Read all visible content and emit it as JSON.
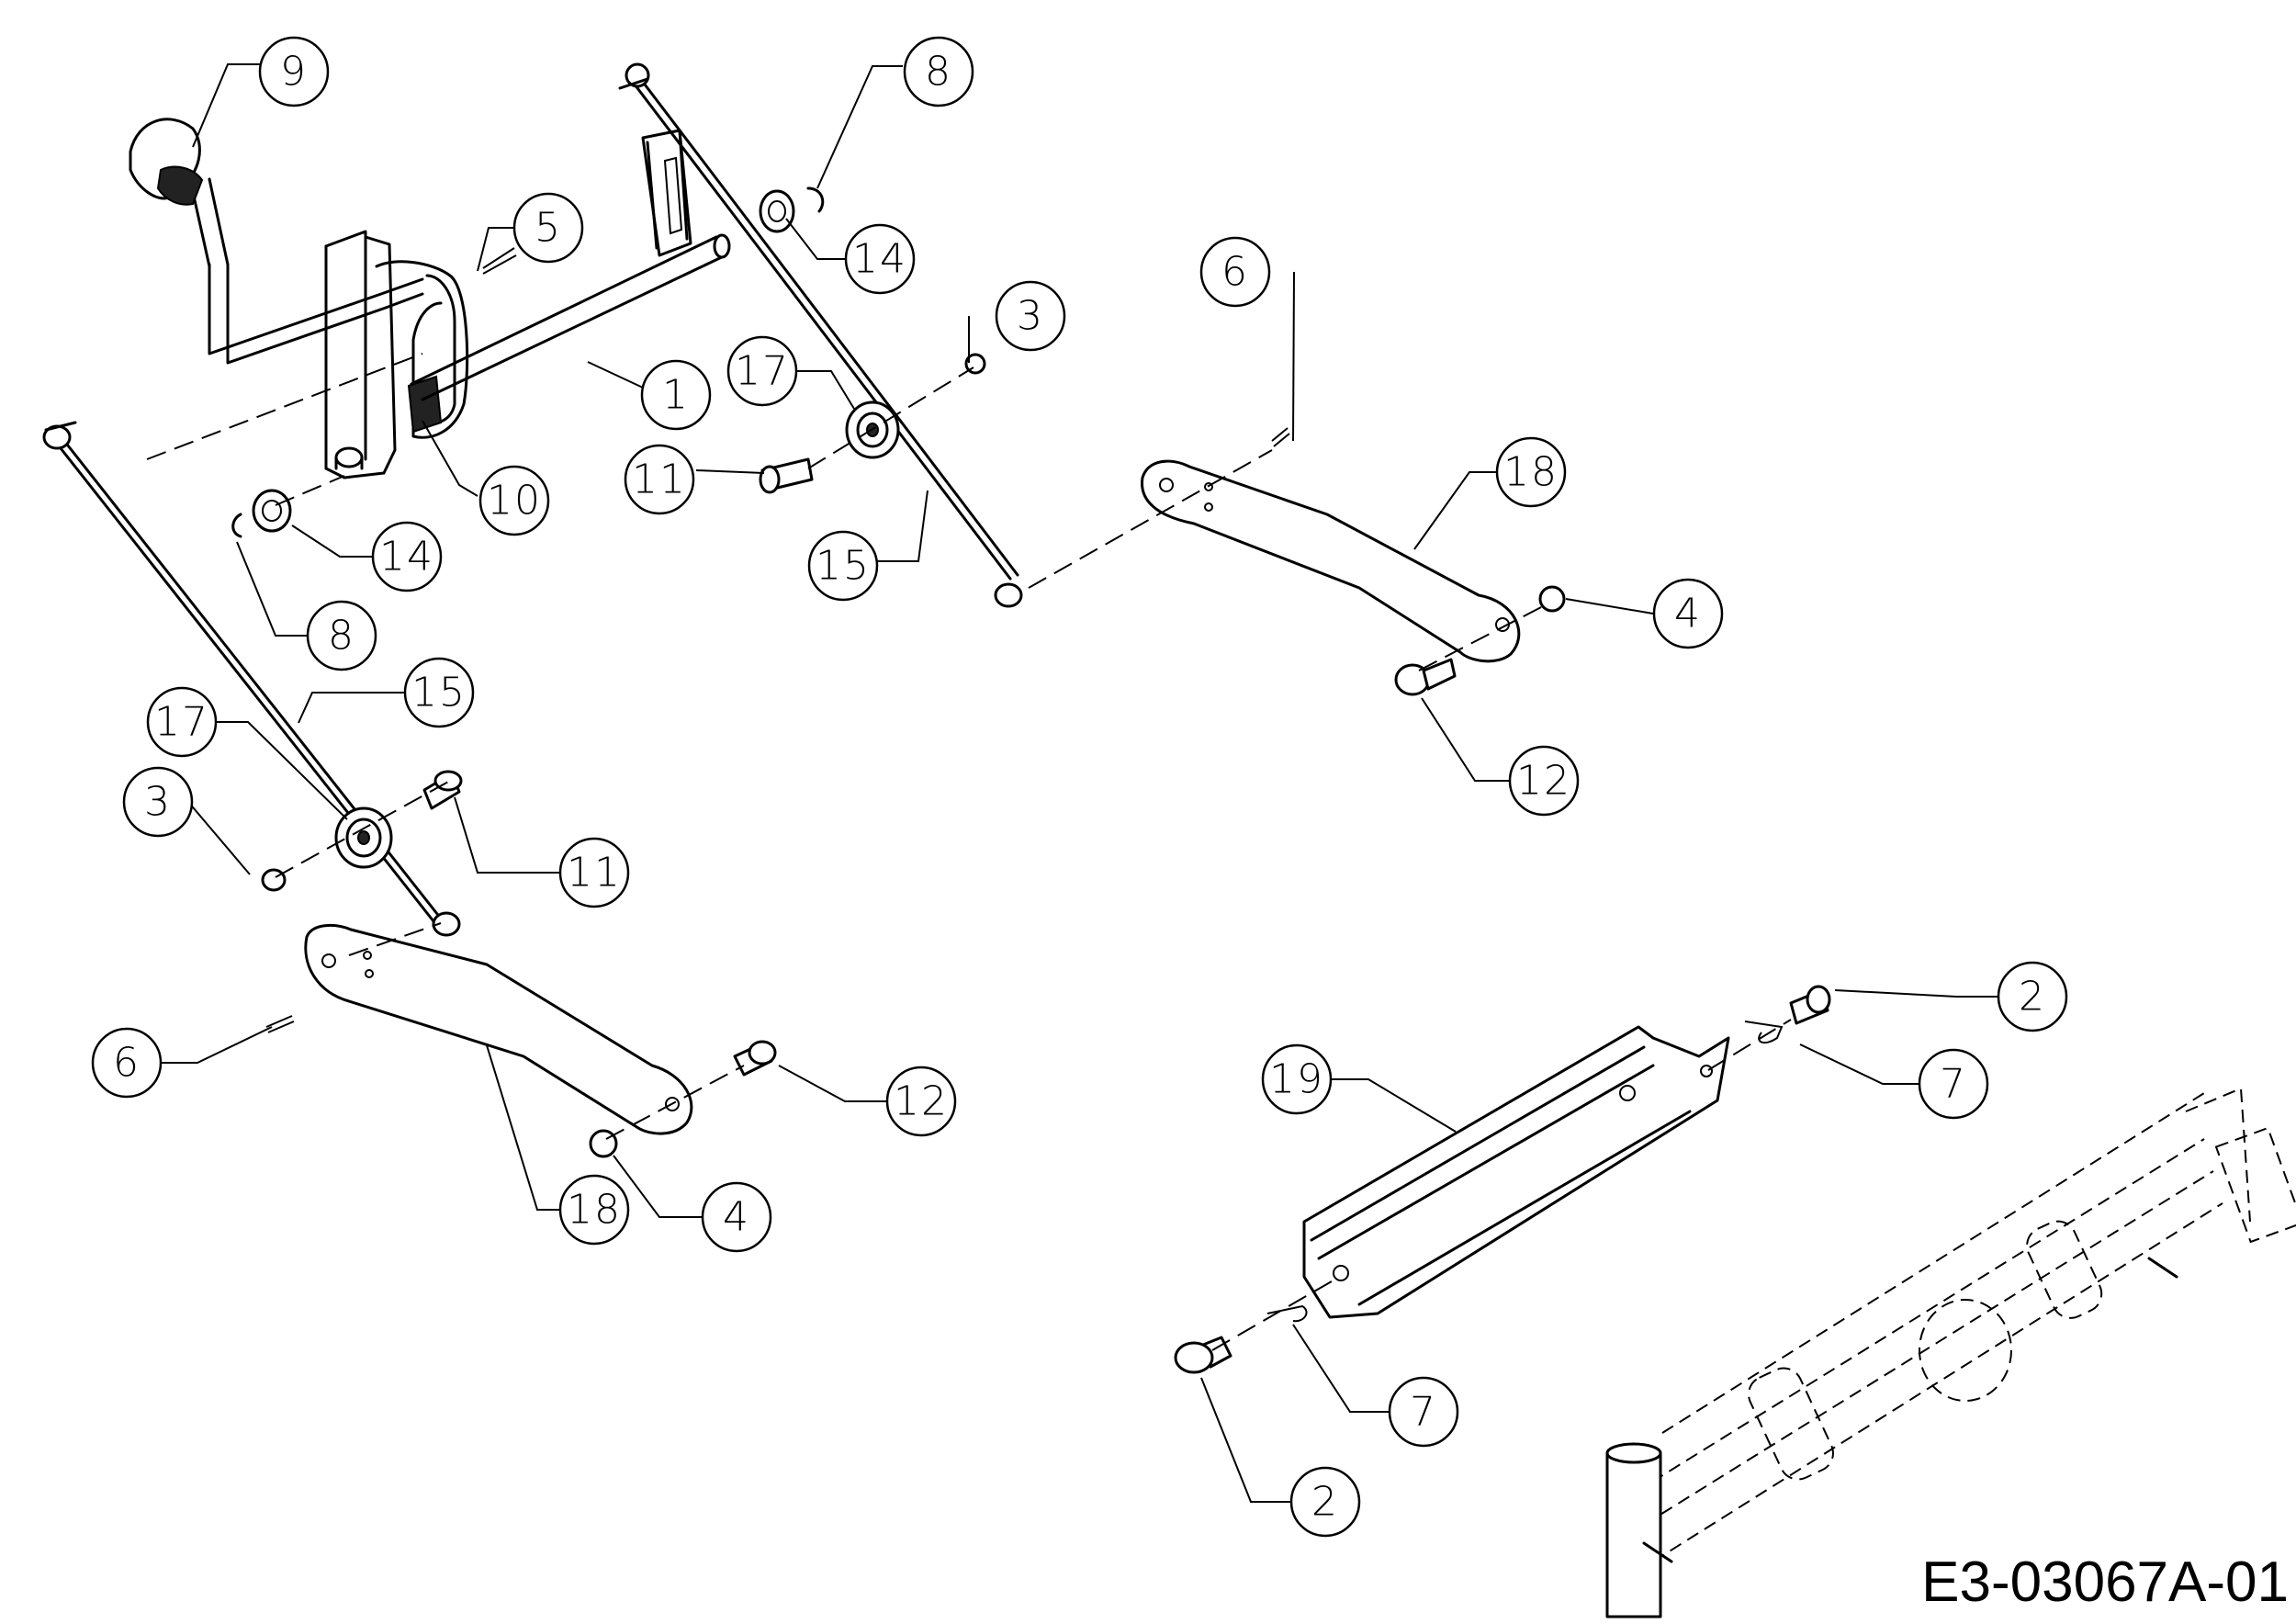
{
  "drawing_code": "E3-03067A-01",
  "callouts": [
    {
      "label": "9"
    },
    {
      "label": "8"
    },
    {
      "label": "5"
    },
    {
      "label": "14"
    },
    {
      "label": "3"
    },
    {
      "label": "6"
    },
    {
      "label": "17"
    },
    {
      "label": "1"
    },
    {
      "label": "11"
    },
    {
      "label": "10"
    },
    {
      "label": "18"
    },
    {
      "label": "14"
    },
    {
      "label": "15"
    },
    {
      "label": "4"
    },
    {
      "label": "8"
    },
    {
      "label": "15"
    },
    {
      "label": "17"
    },
    {
      "label": "12"
    },
    {
      "label": "3"
    },
    {
      "label": "11"
    },
    {
      "label": "6"
    },
    {
      "label": "12"
    },
    {
      "label": "18"
    },
    {
      "label": "4"
    },
    {
      "label": "2"
    },
    {
      "label": "7"
    },
    {
      "label": "19"
    },
    {
      "label": "7"
    },
    {
      "label": "2"
    }
  ]
}
